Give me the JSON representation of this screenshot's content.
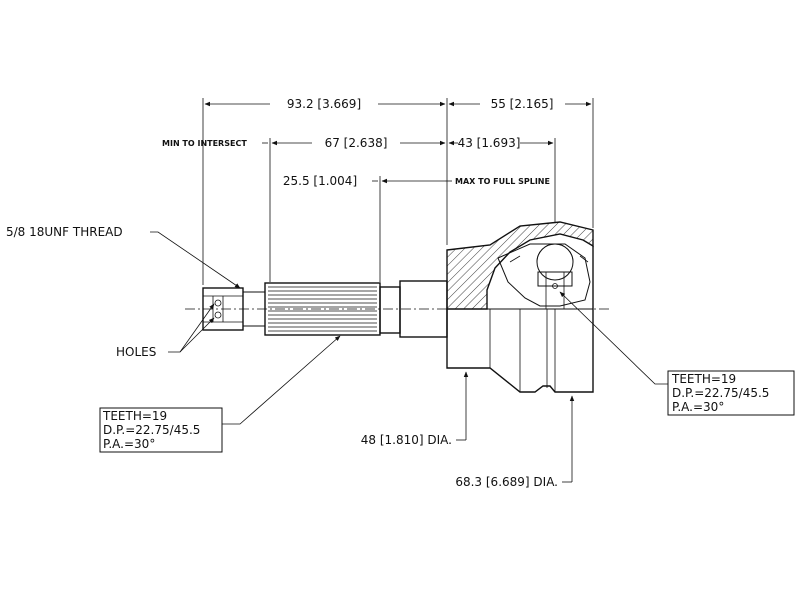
{
  "dimensions": {
    "overall_left": "93.2 [3.669]",
    "overall_right": "55 [2.165]",
    "min_to_intersect_label": "MIN TO INTERSECT",
    "min_to_intersect_value": "67 [2.638]",
    "right_inner": "43 [1.693]",
    "spline_length": "25.5 [1.004]",
    "max_to_full_spline_label": "MAX TO FULL SPLINE",
    "neck_dia": "48 [1.810] DIA.",
    "outer_dia": "68.3 [6.689] DIA."
  },
  "notes": {
    "thread": "5/8 18UNF THREAD",
    "holes": "HOLES"
  },
  "spline_left": {
    "teeth": "TEETH=19",
    "dp": "D.P.=22.75/45.5",
    "pa": "P.A.=30°"
  },
  "spline_right": {
    "teeth": "TEETH=19",
    "dp": "D.P.=22.75/45.5",
    "pa": "P.A.=30°"
  }
}
